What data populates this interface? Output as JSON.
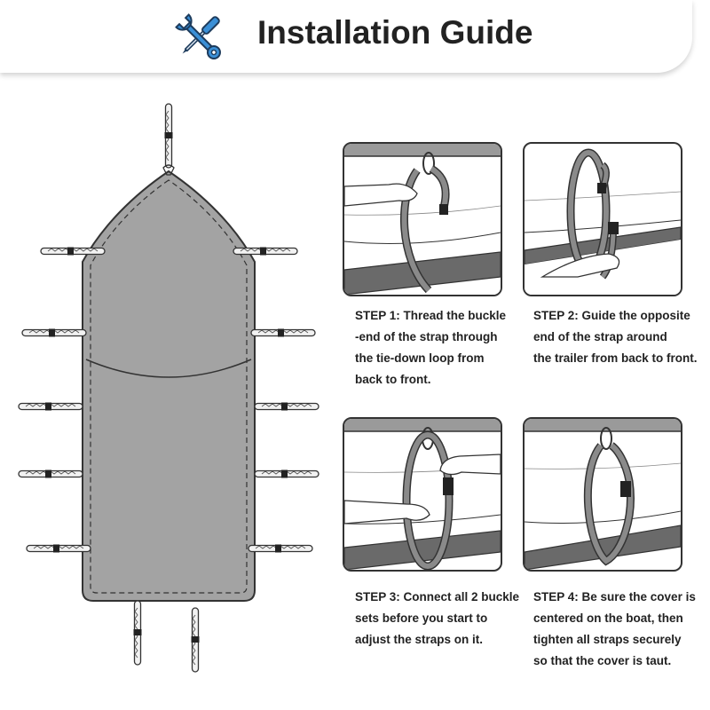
{
  "header": {
    "title": "Installation Guide",
    "icon": "wrench-screwdriver-icon",
    "accent_color": "#3a8fd6"
  },
  "boat_diagram": {
    "cover_color": "#a3a3a3",
    "outline_color": "#333333",
    "strap_count": 13
  },
  "steps": [
    {
      "lines": [
        "STEP 1: Thread the buckle",
        "-end of the strap through",
        "the tie-down loop from",
        "back to front."
      ]
    },
    {
      "lines": [
        "STEP 2: Guide the opposite",
        "end of the strap around",
        "the trailer from back to front."
      ]
    },
    {
      "lines": [
        "STEP 3: Connect all 2 buckle",
        "sets before you start to",
        "adjust the straps on it."
      ]
    },
    {
      "lines": [
        "STEP 4: Be sure the cover is",
        "centered on the boat, then",
        "tighten all straps securely",
        "so that the cover is taut."
      ]
    }
  ]
}
